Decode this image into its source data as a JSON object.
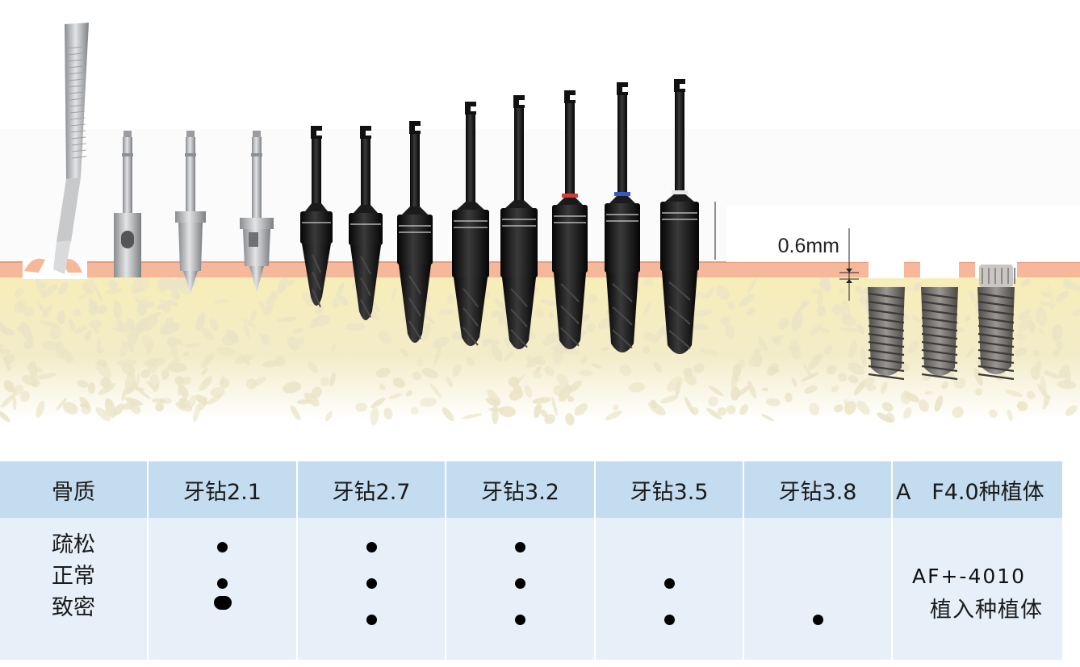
{
  "illustration": {
    "measurement_label": "0.6mm",
    "colors": {
      "gum": "#f6b89a",
      "bone": "#f7edb8",
      "bone_texture": "#eae3c6",
      "steel": "#b6b8bb",
      "black_drill": "#161616",
      "band_red": "#d83a3a",
      "band_blue": "#3858c8",
      "band_white": "#e8e8e8",
      "implant": "#6f6c6a"
    },
    "tools": [
      {
        "name": "scalpel",
        "material": "steel"
      },
      {
        "name": "trephine-drill",
        "material": "steel"
      },
      {
        "name": "pilot-drill",
        "material": "steel"
      },
      {
        "name": "lance-drill",
        "material": "steel"
      },
      {
        "name": "black-drill-1",
        "material": "black"
      },
      {
        "name": "black-drill-2",
        "material": "black"
      },
      {
        "name": "black-drill-3",
        "material": "black"
      },
      {
        "name": "black-drill-4",
        "material": "black"
      },
      {
        "name": "black-drill-5",
        "material": "black"
      },
      {
        "name": "black-drill-red-band",
        "material": "black",
        "band": "red"
      },
      {
        "name": "black-drill-blue-band",
        "material": "black",
        "band": "blue"
      },
      {
        "name": "black-drill-white-band",
        "material": "black",
        "band": "white"
      }
    ],
    "implants": [
      {
        "name": "implant-1"
      },
      {
        "name": "implant-2"
      },
      {
        "name": "implant-3-with-collar"
      }
    ]
  },
  "table": {
    "headers": [
      "骨质",
      "牙钻2.1",
      "牙钻2.7",
      "牙钻3.2",
      "牙钻3.5",
      "牙钻3.8",
      "A   F4.0种植体"
    ],
    "bone_types": [
      "疏松",
      "正常",
      "致密"
    ],
    "dots": [
      [
        true,
        true,
        true,
        false,
        false
      ],
      [
        true,
        true,
        true,
        true,
        false
      ],
      [
        true,
        true,
        true,
        true,
        true
      ]
    ],
    "implant_model": "AF+-4010",
    "implant_name": "植入种植体"
  }
}
